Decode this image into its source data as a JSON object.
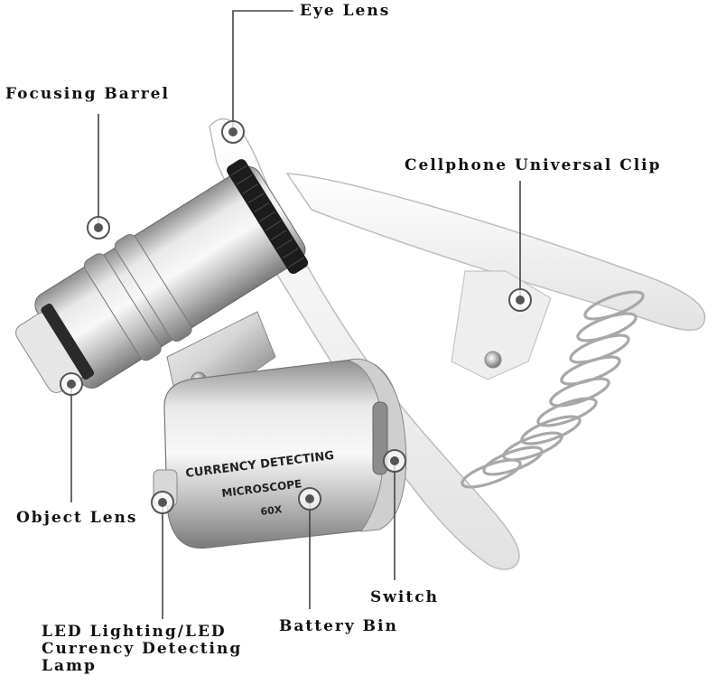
{
  "labels": {
    "eye_lens": "Eye Lens",
    "focusing_barrel": "Focusing Barrel",
    "cellphone_clip": "Cellphone Universal Clip",
    "object_lens": "Object Lens",
    "switch": "Switch",
    "battery_bin": "Battery Bin",
    "led_line1": "LED Lighting/LED",
    "led_line2": "Currency Detecting",
    "led_line3": "Lamp"
  },
  "engraving": {
    "line1": "CURRENCY DETECTING",
    "line2": "MICROSCOPE",
    "line3": "60X"
  },
  "colors": {
    "leader_line": "#444444",
    "marker": "#888888",
    "clip": "#f4f4f4",
    "metal": "#c8c8c8"
  }
}
